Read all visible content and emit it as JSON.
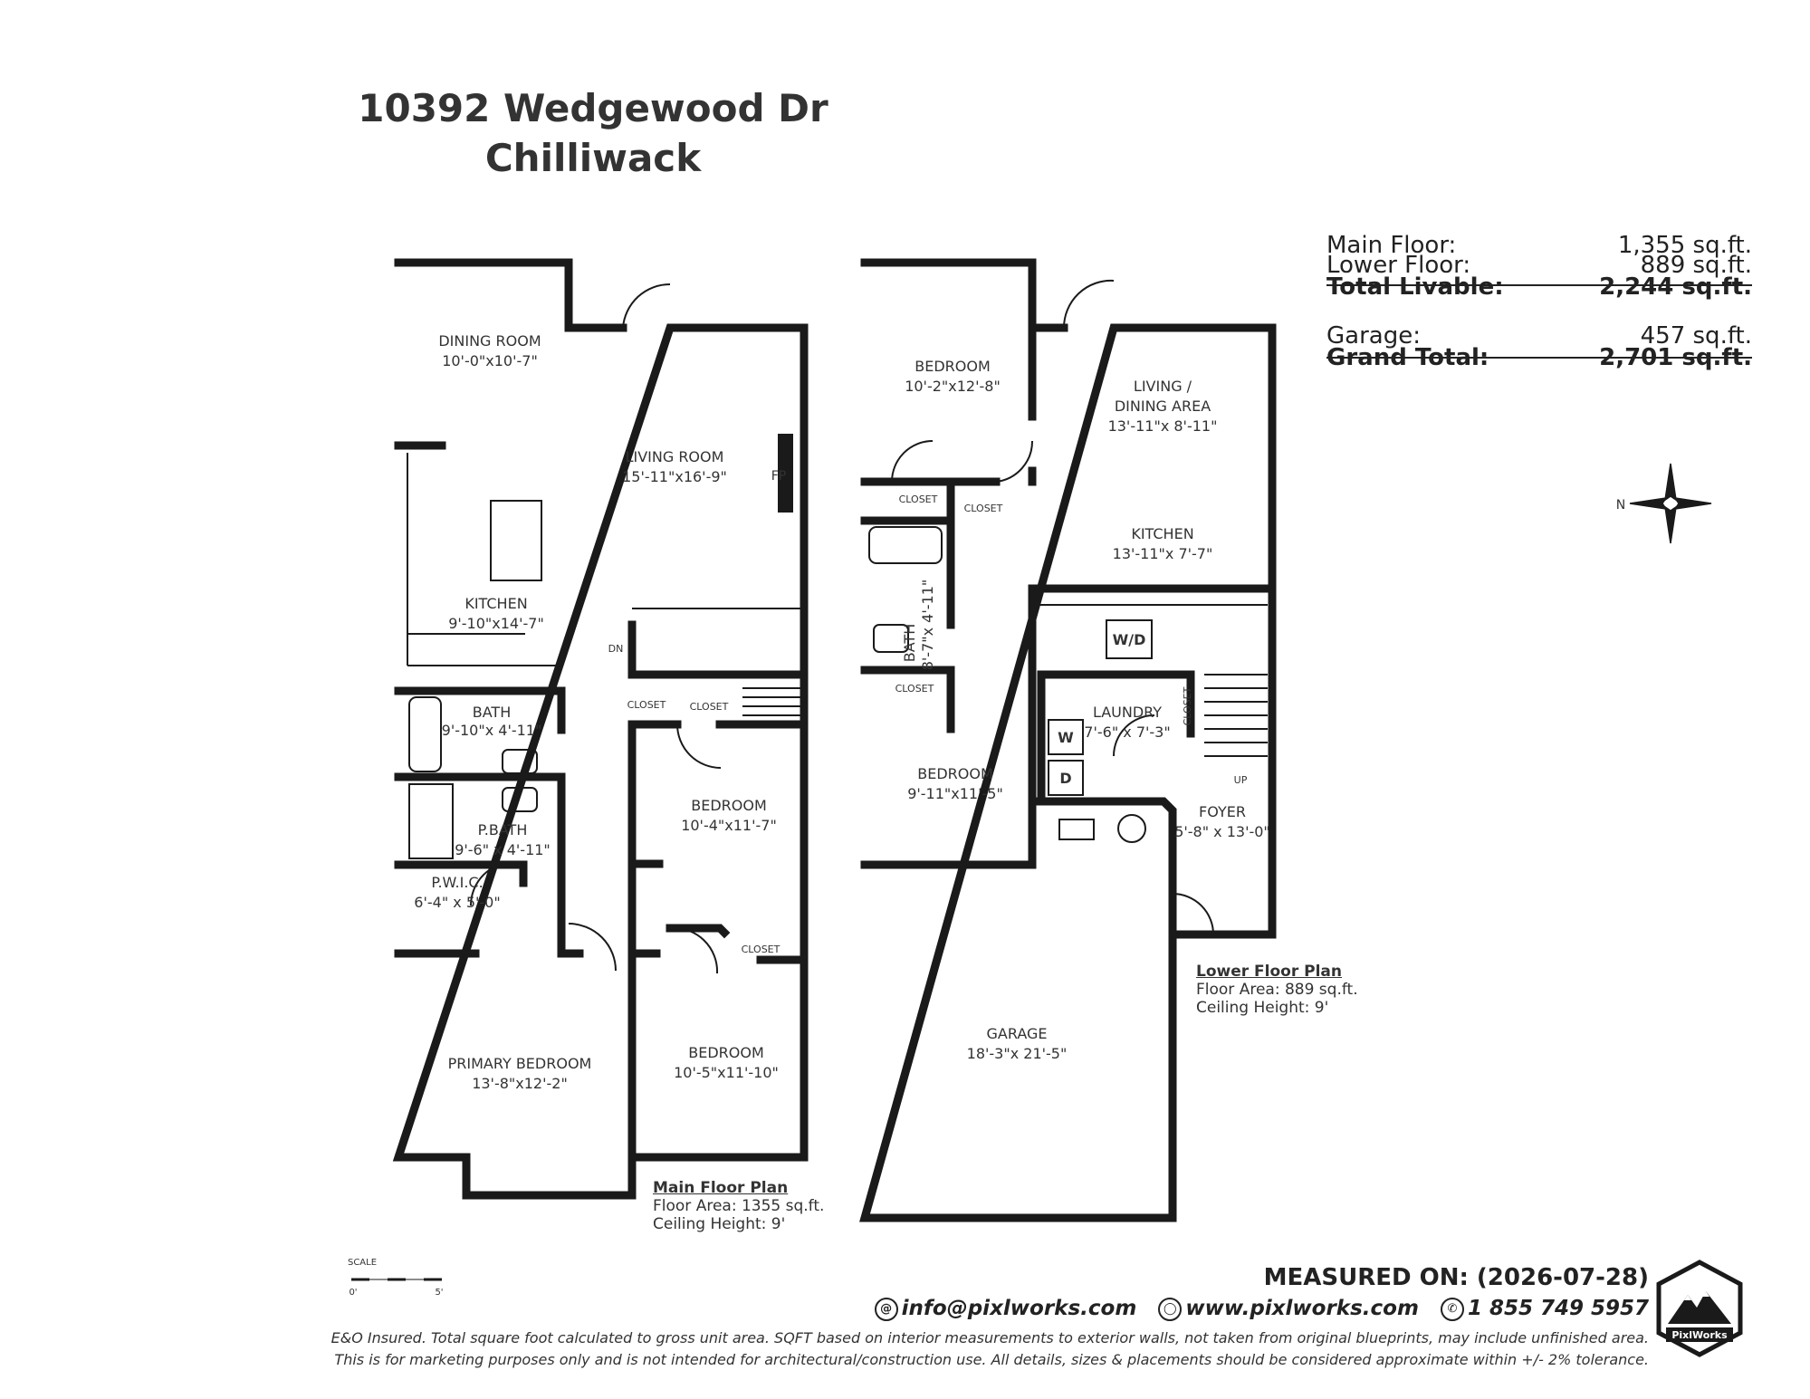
{
  "header": {
    "address": "10392 Wedgewood Dr",
    "city": "Chilliwack"
  },
  "areas": {
    "main_floor": {
      "label": "Main Floor:",
      "value": "1,355 sq.ft."
    },
    "lower_floor": {
      "label": "Lower Floor:",
      "value": "889 sq.ft."
    },
    "total_livable": {
      "label": "Total Livable:",
      "value": "2,244 sq.ft."
    },
    "garage": {
      "label": "Garage:",
      "value": "457 sq.ft."
    },
    "grand_total": {
      "label": "Grand Total:",
      "value": "2,701 sq.ft."
    }
  },
  "compass": {
    "north": "N"
  },
  "main_plan": {
    "caption_title": "Main Floor Plan",
    "floor_area": "Floor Area: 1355 sq.ft.",
    "ceiling": "Ceiling Height: 9'",
    "rooms": {
      "dining": {
        "name": "DINING ROOM",
        "dims": "10'-0\"x10'-7\""
      },
      "living": {
        "name": "LIVING ROOM",
        "dims": "15'-11\"x16'-9\""
      },
      "kitchen": {
        "name": "KITCHEN",
        "dims": "9'-10\"x14'-7\""
      },
      "bath": {
        "name": "BATH",
        "dims": "9'-10\"x 4'-11\""
      },
      "pbath": {
        "name": "P.BATH",
        "dims": "9'-6\" x 4'-11\""
      },
      "pwic": {
        "name": "P.W.I.C.",
        "dims": "6'-4\" x  5'-0\""
      },
      "bedroom1": {
        "name": "BEDROOM",
        "dims": "10'-4\"x11'-7\""
      },
      "bedroom2": {
        "name": "BEDROOM",
        "dims": "10'-5\"x11'-10\""
      },
      "primary": {
        "name": "PRIMARY BEDROOM",
        "dims": "13'-8\"x12'-2\""
      }
    },
    "closet": "CLOSET",
    "fp": "FP",
    "dn": "DN"
  },
  "lower_plan": {
    "caption_title": "Lower Floor Plan",
    "floor_area": "Floor Area: 889 sq.ft.",
    "ceiling": "Ceiling Height: 9'",
    "rooms": {
      "bedroom1": {
        "name": "BEDROOM",
        "dims": "10'-2\"x12'-8\""
      },
      "living": {
        "name": "LIVING /",
        "name2": "DINING AREA",
        "dims": "13'-11\"x 8'-11\""
      },
      "kitchen": {
        "name": "KITCHEN",
        "dims": "13'-11\"x 7'-7\""
      },
      "bath": {
        "name": "BATH",
        "dims": "8'-7\"x 4'-11\""
      },
      "bedroom2": {
        "name": "BEDROOM",
        "dims": "9'-11\"x11'-5\""
      },
      "laundry": {
        "name": "LAUNDRY",
        "dims": "7'-6\" x 7'-3\""
      },
      "foyer": {
        "name": "FOYER",
        "dims": "5'-8\" x 13'-0\""
      },
      "garage": {
        "name": "GARAGE",
        "dims": "18'-3\"x 21'-5\""
      }
    },
    "closet": "CLOSET",
    "wd": "W/D",
    "w": "W",
    "d": "D",
    "up": "UP"
  },
  "scale": {
    "label": "SCALE",
    "zero": "0'",
    "five": "5'"
  },
  "footer": {
    "measured": "MEASURED ON: (2026-07-28)",
    "email": "info@pixlworks.com",
    "web": "www.pixlworks.com",
    "phone": "1 855 749 5957",
    "disclaimer1": "E&O Insured.  Total square foot calculated to gross unit area. SQFT based on interior measurements to exterior walls, not taken from original blueprints, may include unfinished area.",
    "disclaimer2": "This is for marketing purposes only and is not intended for architectural/construction use.  All details, sizes & placements should be considered approximate within +/- 2%  tolerance.",
    "logo_text": "PixlWorks"
  }
}
